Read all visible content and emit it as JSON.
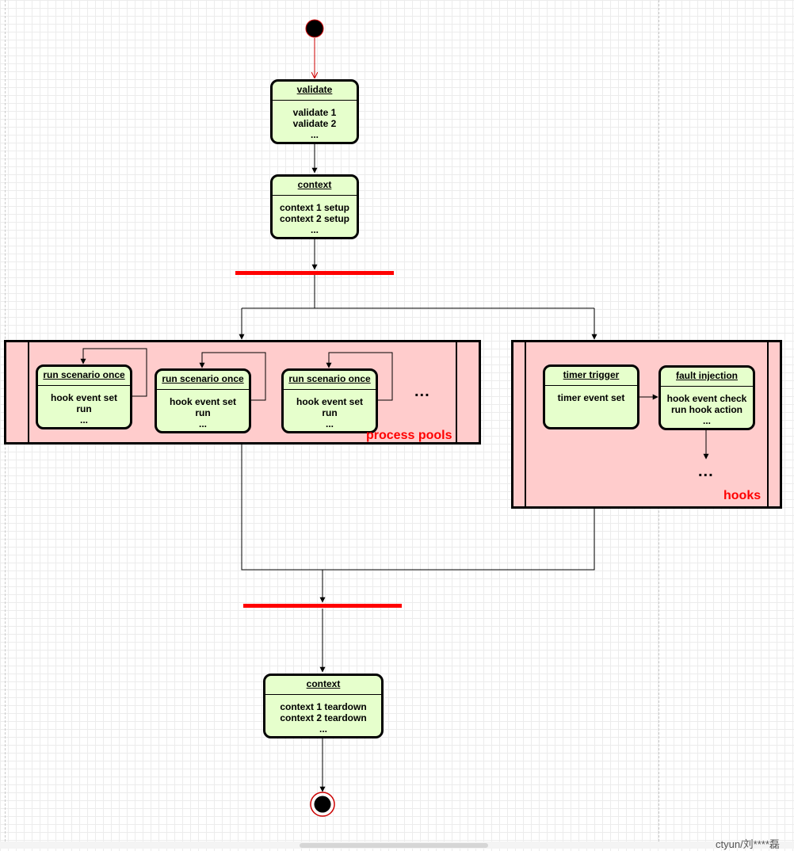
{
  "diagram": {
    "start_node": "initial",
    "end_node": "final",
    "states": {
      "validate": {
        "title": "validate",
        "lines": [
          "validate 1",
          "validate 2",
          "..."
        ]
      },
      "context_setup": {
        "title": "context",
        "lines": [
          "context 1 setup",
          "context 2 setup",
          "..."
        ]
      },
      "run1": {
        "title": "run scenario once",
        "lines": [
          "hook event set",
          "run",
          "..."
        ]
      },
      "run2": {
        "title": "run scenario once",
        "lines": [
          "hook event set",
          "run",
          "..."
        ]
      },
      "run3": {
        "title": "run scenario once",
        "lines": [
          "hook event set",
          "run",
          "..."
        ]
      },
      "timer": {
        "title": "timer trigger",
        "lines": [
          "timer event set"
        ]
      },
      "fault": {
        "title": "fault injection",
        "lines": [
          "hook event check",
          "run hook action",
          "..."
        ]
      },
      "context_teardown": {
        "title": "context",
        "lines": [
          "context 1 teardown",
          "context 2 teardown",
          "..."
        ]
      }
    },
    "pools": {
      "process_pools": {
        "label": "process pools",
        "more": "..."
      },
      "hooks": {
        "label": "hooks",
        "more": "..."
      }
    },
    "colors": {
      "state_fill": "#e6ffcc",
      "pool_fill": "#ffcccc",
      "sync_bar": "#ff0000",
      "label_red": "#ff0000",
      "start_arrow": "#cc0000"
    }
  },
  "footer": {
    "watermark": "ctyun/刘****磊"
  }
}
